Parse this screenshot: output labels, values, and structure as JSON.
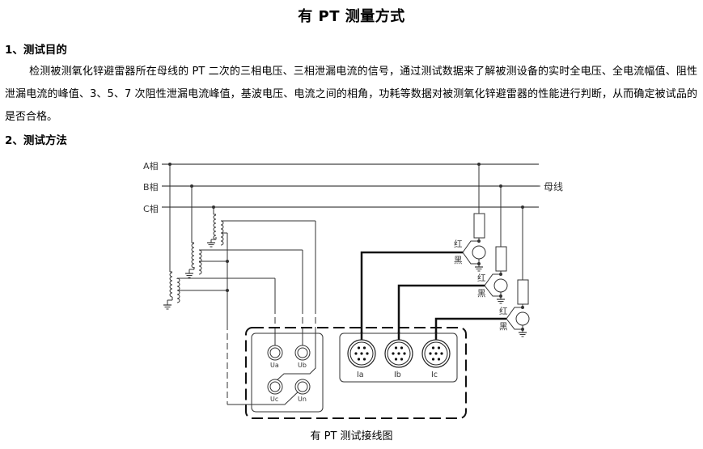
{
  "title": "有 PT 测量方式",
  "section1": {
    "heading": "1、测试目的",
    "body": "检测被测氧化锌避雷器所在母线的 PT 二次的三相电压、三相泄漏电流的信号，通过测试数据来了解被测设备的实时全电压、全电流幅值、阻性泄漏电流的峰值、3、5、7 次阻性泄漏电流峰值，基波电压、电流之间的相角，功耗等数据对被测氧化锌避雷器的性能进行判断，从而确定被试品的是否合格。"
  },
  "section2": {
    "heading": "2、测试方法"
  },
  "diagram": {
    "phases": [
      "A相",
      "B相",
      "C相"
    ],
    "bus_label": "母线",
    "clamp_labels": {
      "red": "红",
      "black": "黑"
    },
    "voltage_ports": [
      "Ua",
      "Ub",
      "Uc",
      "Un"
    ],
    "current_ports": [
      "Ia",
      "Ib",
      "Ic"
    ],
    "caption": "有 PT 测试接线图"
  }
}
